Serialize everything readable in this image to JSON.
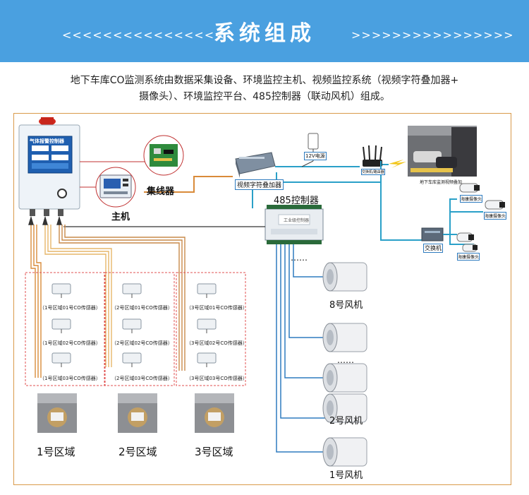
{
  "banner": {
    "title": "系统组成",
    "chevrons_left": "<<<<<<<<<<<<<<<<",
    "chevrons_right": ">>>>>>>>>>>>>>>>"
  },
  "intro": {
    "line1": "地下车库CO监测系统由数据采集设备、环境监控主机、视频监控系统（视频字符叠加器+",
    "line2": "摄像头）、环境监控平台、485控制器（联动风机）组成。"
  },
  "controller": {
    "panel_title": "气体报警控制器"
  },
  "labels": {
    "host": "主机",
    "concentrator": "集线器",
    "video_overlay": "视频字符叠加器",
    "power_12v": "12V电源",
    "router": "交换机/路由器",
    "parking_caption": "地下车库监测视频叠加",
    "controller_485": "485控制器",
    "controller_485_panel": "工业级控制器",
    "switch": "交换机",
    "camera1": "海康摄像头",
    "camera2": "海康摄像头",
    "camera3": "海康摄像头"
  },
  "sensors": [
    [
      "（1号区域01号CO传感器）",
      "（1号区域02号CO传感器）",
      "（1号区域03号CO传感器）"
    ],
    [
      "（2号区域01号CO传感器）",
      "（2号区域02号CO传感器）",
      "（2号区域03号CO传感器）"
    ],
    [
      "（3号区域01号CO传感器）",
      "（3号区域02号CO传感器）",
      "（3号区域03号CO传感器）"
    ]
  ],
  "zones": [
    "1号区域",
    "2号区域",
    "3号区域"
  ],
  "fans": [
    "8号风机",
    "2号风机",
    "1号风机"
  ],
  "ellipsis": [
    "……",
    "……"
  ],
  "colors": {
    "banner": "#4aa0e0",
    "orange": "#d98b3a",
    "blue_line": "#2e7bbf",
    "cyan_line": "#2aa0c8",
    "red_dash": "#e05050"
  }
}
